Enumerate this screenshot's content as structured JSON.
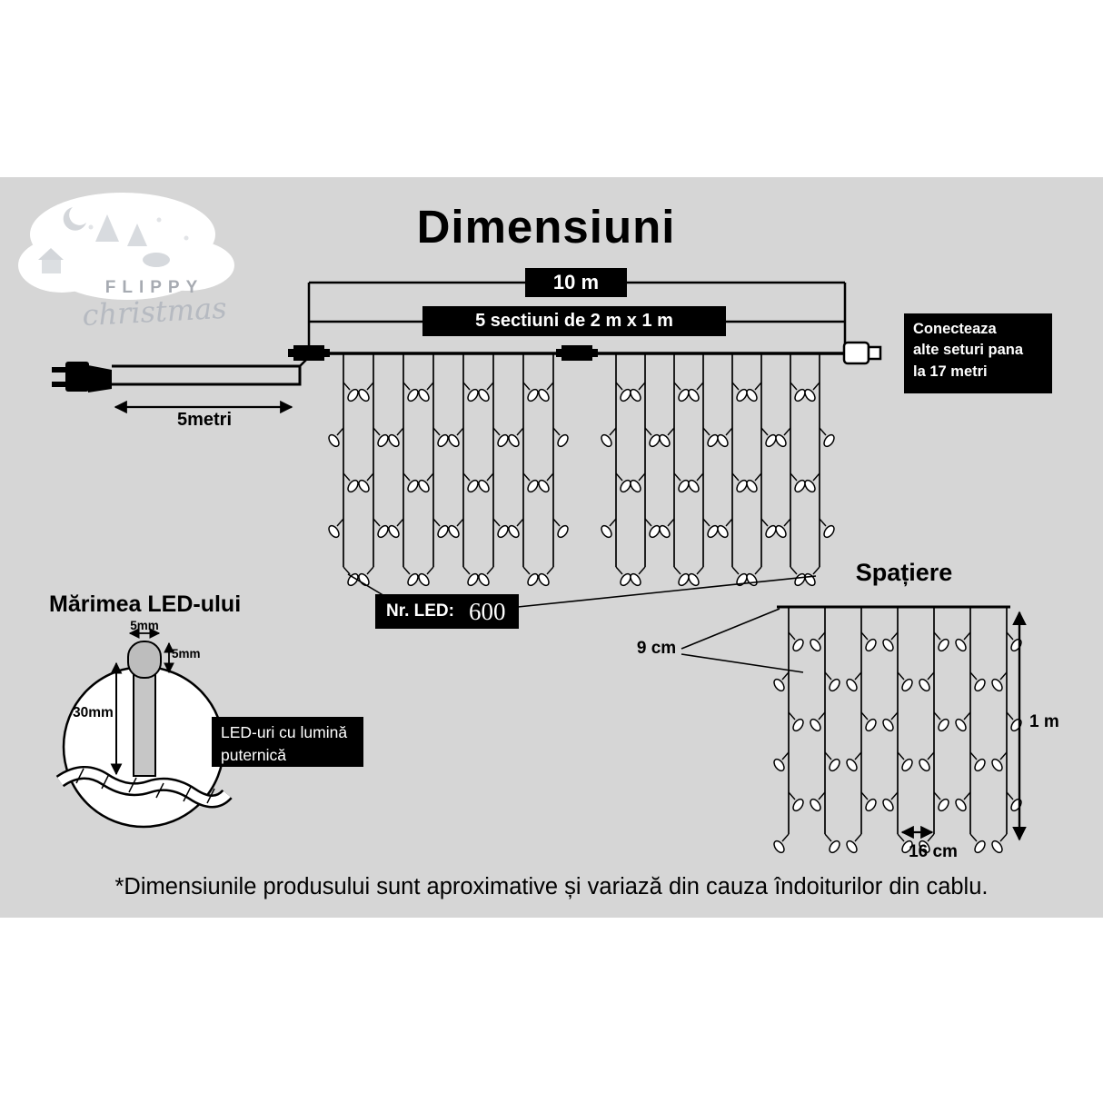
{
  "colors": {
    "band": "#d6d6d6",
    "box_bg": "#000000",
    "box_fg": "#ffffff"
  },
  "title": "Dimensiuni",
  "logo": {
    "line1": "FLIPPY",
    "line2": "christmas"
  },
  "main_diagram": {
    "total_length": "10 m",
    "sections": "5 sectiuni de 2 m x 1 m",
    "lead_length": "5metri",
    "connect_line1": "Conecteaza",
    "connect_line2": "alte seturi pana",
    "connect_line3": "la 17 metri",
    "led_count_label": "Nr. LED:",
    "led_count": "600"
  },
  "spacing_diagram": {
    "title": "Spațiere",
    "gap_top": "9 cm",
    "height": "1 m",
    "gap_bottom": "16 cm"
  },
  "led_diagram": {
    "title": "Mărimea LED-ului",
    "width_top": "5mm",
    "head_height": "5mm",
    "body_height": "30mm",
    "note_line1": "LED-uri cu lumină",
    "note_line2": "puternică"
  },
  "footer": "*Dimensiunile produsului sunt aproximative și variază din cauza îndoiturilor din cablu."
}
